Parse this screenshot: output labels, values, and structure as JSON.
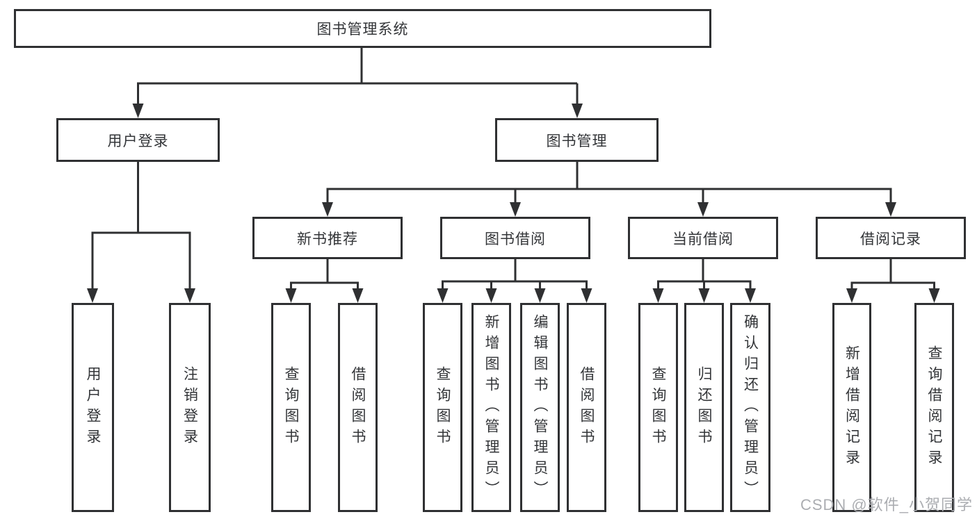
{
  "tree": {
    "label": "图书管理系统",
    "children": [
      {
        "label": "用户登录",
        "children": [
          {
            "label": "用户登录"
          },
          {
            "label": "注销登录"
          }
        ]
      },
      {
        "label": "图书管理",
        "children": [
          {
            "label": "新书推荐",
            "children": [
              {
                "label": "查询图书"
              },
              {
                "label": "借阅图书"
              }
            ]
          },
          {
            "label": "图书借阅",
            "children": [
              {
                "label": "查询图书"
              },
              {
                "label": "新增图书（管理员）"
              },
              {
                "label": "编辑图书（管理员）"
              },
              {
                "label": "借阅图书"
              }
            ]
          },
          {
            "label": "当前借阅",
            "children": [
              {
                "label": "查询图书"
              },
              {
                "label": "归还图书"
              },
              {
                "label": "确认归还（管理员）"
              }
            ]
          },
          {
            "label": "借阅记录",
            "children": [
              {
                "label": "新增借阅记录"
              },
              {
                "label": "查询借阅记录"
              }
            ]
          }
        ]
      }
    ]
  },
  "watermark": {
    "text": "CSDN @软件_小贺同学"
  },
  "colors": {
    "line": "#2f3032",
    "box_border": "#2f3032",
    "text": "#333538",
    "watermark": "#abadb1",
    "background": "#ffffff"
  }
}
